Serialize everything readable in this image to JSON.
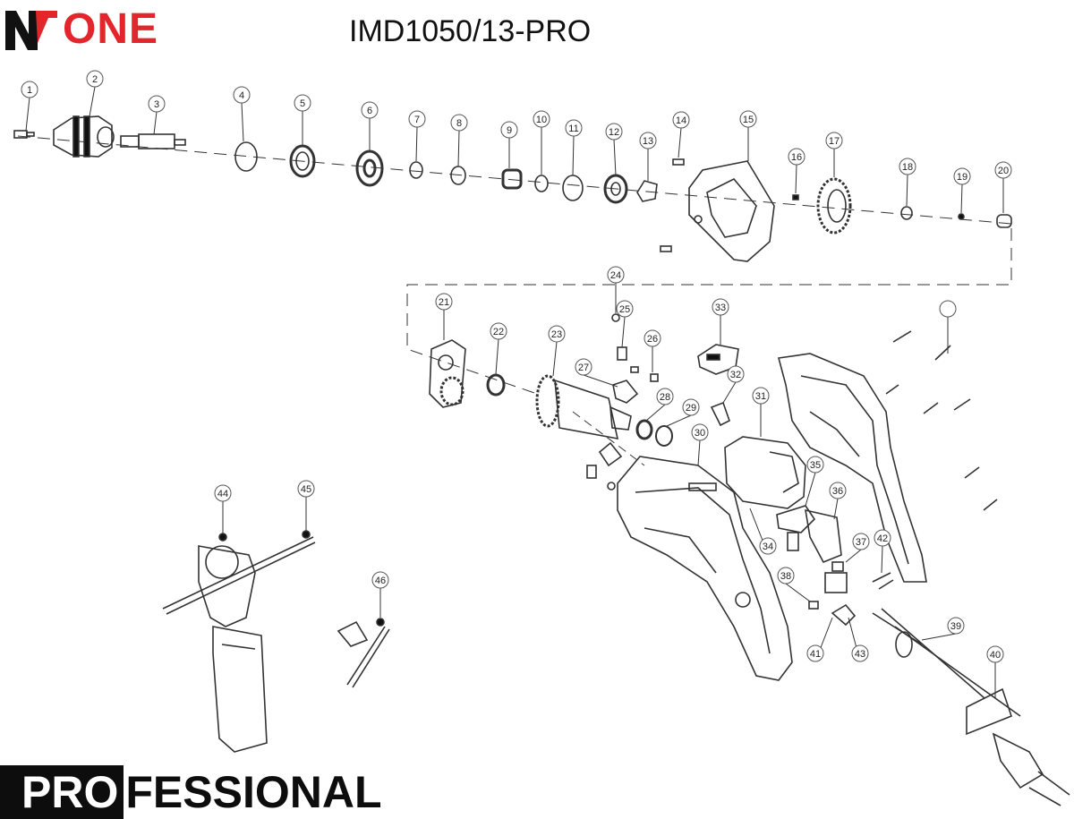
{
  "brand": {
    "name": "ONE",
    "accent": "#e3262b"
  },
  "model": "IMD1050/13-PRO",
  "footer": {
    "highlight": "PRO",
    "rest": "FESSIONAL"
  },
  "parts": [
    {
      "n": "1"
    },
    {
      "n": "2"
    },
    {
      "n": "3"
    },
    {
      "n": "4"
    },
    {
      "n": "5"
    },
    {
      "n": "6"
    },
    {
      "n": "7"
    },
    {
      "n": "8"
    },
    {
      "n": "9"
    },
    {
      "n": "10"
    },
    {
      "n": "11"
    },
    {
      "n": "12"
    },
    {
      "n": "13"
    },
    {
      "n": "14"
    },
    {
      "n": "15"
    },
    {
      "n": "16"
    },
    {
      "n": "17"
    },
    {
      "n": "18"
    },
    {
      "n": "19"
    },
    {
      "n": "20"
    },
    {
      "n": "21"
    },
    {
      "n": "22"
    },
    {
      "n": "23"
    },
    {
      "n": "24"
    },
    {
      "n": "25"
    },
    {
      "n": "26"
    },
    {
      "n": "27"
    },
    {
      "n": "28"
    },
    {
      "n": "29"
    },
    {
      "n": "30"
    },
    {
      "n": "31"
    },
    {
      "n": "32"
    },
    {
      "n": "33"
    },
    {
      "n": "34"
    },
    {
      "n": "35"
    },
    {
      "n": "36"
    },
    {
      "n": "37"
    },
    {
      "n": "38"
    },
    {
      "n": "39"
    },
    {
      "n": "40"
    },
    {
      "n": "41"
    },
    {
      "n": "42"
    },
    {
      "n": "43"
    },
    {
      "n": "44"
    },
    {
      "n": "45"
    },
    {
      "n": "46"
    },
    {
      "n": ""
    }
  ]
}
